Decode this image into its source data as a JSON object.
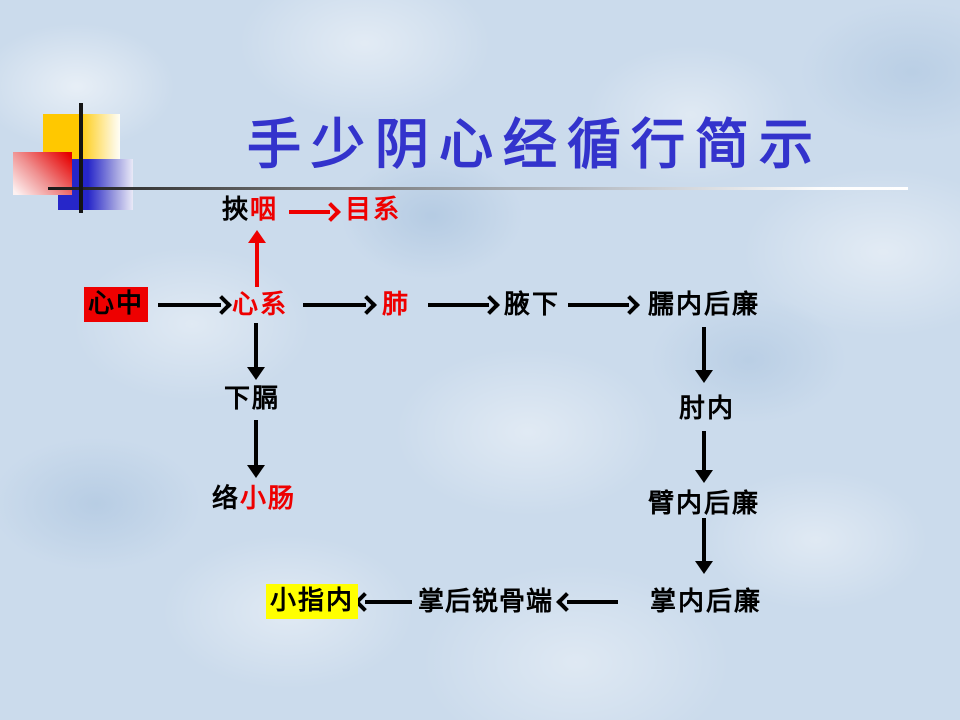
{
  "title": "手少阴心经循行简示",
  "colors": {
    "title_blue": "#3333cc",
    "accent_red": "#ee0000",
    "highlight_yellow": "#ffff00",
    "text_black": "#000000",
    "background_blue": "#cbdbec"
  },
  "nodes": {
    "throat": {
      "prefix": "挾",
      "highlight": "咽"
    },
    "eye_system": {
      "label": "目系"
    },
    "heart_middle": {
      "label": "心中"
    },
    "heart_system": {
      "label": "心系"
    },
    "lung": {
      "label": "肺"
    },
    "axilla": {
      "label": "腋下"
    },
    "upper_arm": {
      "label": "臑内后廉"
    },
    "elbow": {
      "label": "肘内"
    },
    "forearm": {
      "label": "臂内后廉"
    },
    "palm": {
      "label": "掌内后廉"
    },
    "pisiform": {
      "label": "掌后锐骨端"
    },
    "little_finger": {
      "label": "小指内"
    },
    "diaphragm": {
      "label": "下膈"
    },
    "small_intestine": {
      "prefix": "络",
      "highlight": "小肠"
    }
  }
}
